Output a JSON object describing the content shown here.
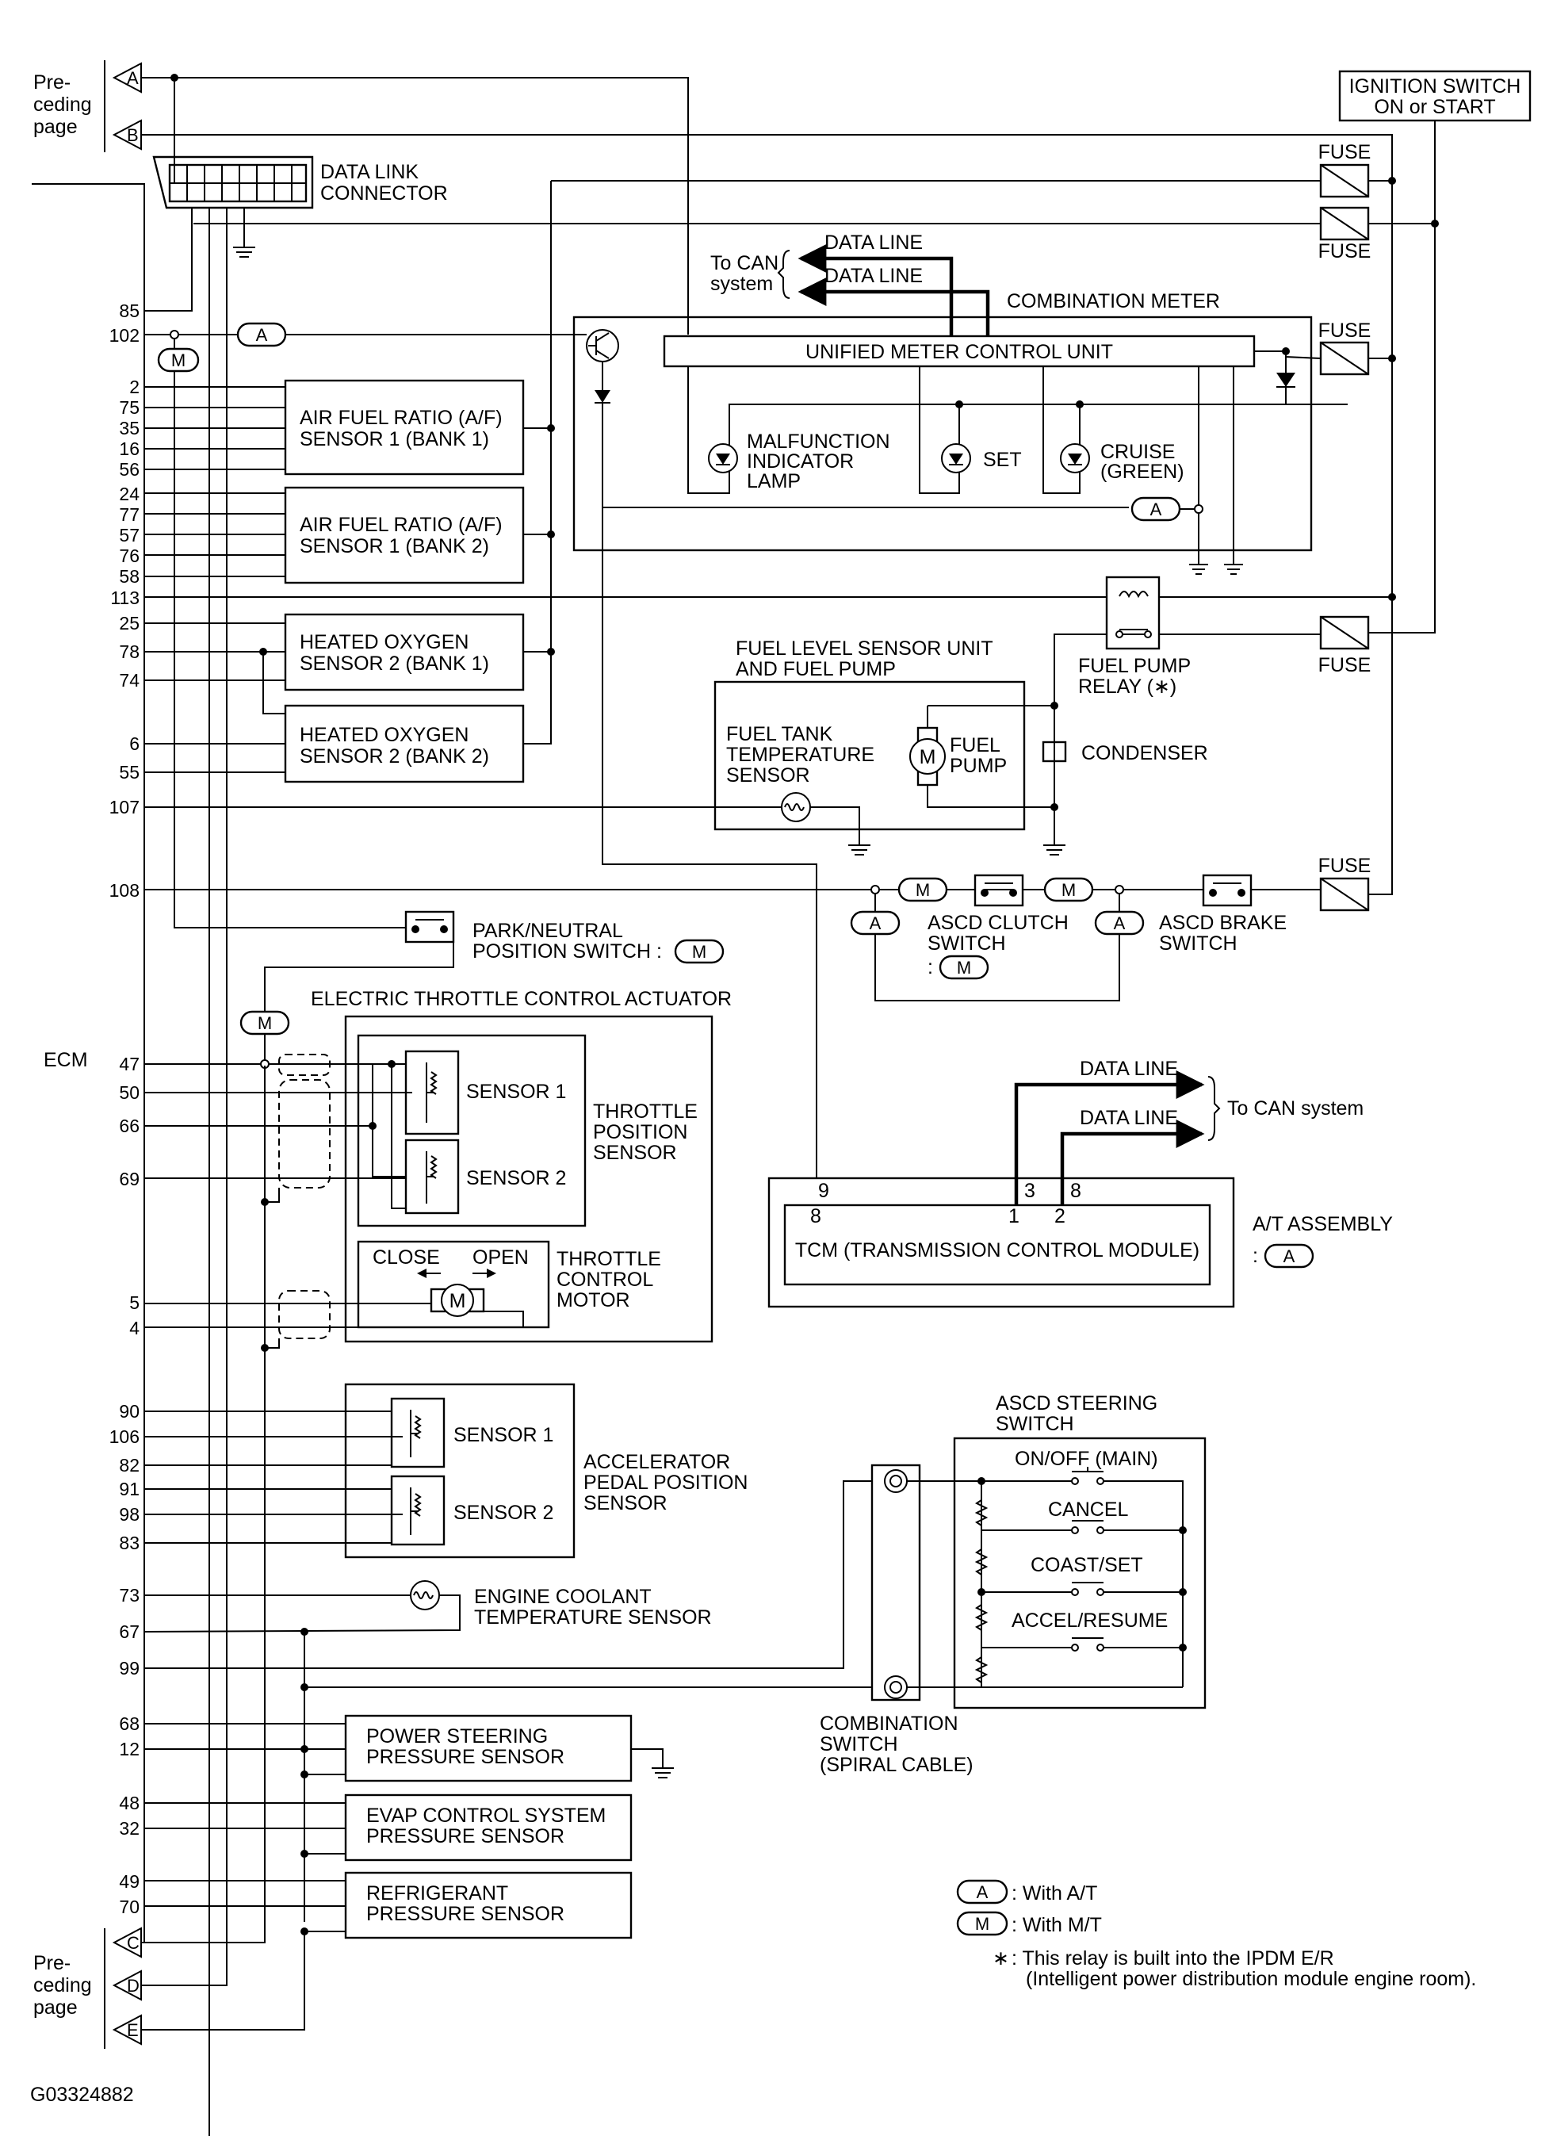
{
  "diagram_id": "G03324882",
  "ecm": {
    "label": "ECM",
    "pins_top": [
      "85",
      "102"
    ],
    "af_bank1_pins": [
      "2",
      "75",
      "35",
      "16",
      "56"
    ],
    "af_bank2_pins": [
      "24",
      "77",
      "57",
      "76",
      "58"
    ],
    "pins_mid": [
      "113",
      "25",
      "78",
      "74",
      "6",
      "55",
      "107",
      "108"
    ],
    "throttle_pins": [
      "47",
      "50",
      "66",
      "69",
      "5",
      "4"
    ],
    "accel_pins": [
      "90",
      "106",
      "82",
      "91",
      "98",
      "83"
    ],
    "lower_pins": [
      "73",
      "67",
      "99",
      "68",
      "12",
      "48",
      "32",
      "49",
      "70"
    ]
  },
  "preceding_page": {
    "label_line1": "Pre-",
    "label_line2": "ceding",
    "label_line3": "page",
    "top_connectors": [
      "A",
      "B"
    ],
    "bottom_connectors": [
      "C",
      "D",
      "E"
    ]
  },
  "labels": {
    "ignition_line1": "IGNITION SWITCH",
    "ignition_line2": "ON or START",
    "fuse": "FUSE",
    "dlc_line1": "DATA LINK",
    "dlc_line2": "CONNECTOR",
    "data_line": "DATA LINE",
    "to_can_line1": "To CAN",
    "to_can_line2": "system",
    "to_can_system": "To CAN system",
    "combination_meter": "COMBINATION METER",
    "umcu": "UNIFIED METER CONTROL UNIT",
    "mil_line1": "MALFUNCTION",
    "mil_line2": "INDICATOR",
    "mil_line3": "LAMP",
    "set": "SET",
    "cruise_line1": "CRUISE",
    "cruise_line2": "(GREEN)",
    "af1_line1": "AIR FUEL RATIO (A/F)",
    "af1_line2": "SENSOR 1 (BANK 1)",
    "af2_line1": "AIR FUEL RATIO (A/F)",
    "af2_line2": "SENSOR 1 (BANK 2)",
    "ho1_line1": "HEATED OXYGEN",
    "ho1_line2": "SENSOR 2 (BANK 1)",
    "ho2_line1": "HEATED OXYGEN",
    "ho2_line2": "SENSOR 2 (BANK 2)",
    "fuel_unit_line1": "FUEL LEVEL SENSOR UNIT",
    "fuel_unit_line2": "AND FUEL PUMP",
    "fuel_tank_line1": "FUEL TANK",
    "fuel_tank_line2": "TEMPERATURE",
    "fuel_tank_line3": "SENSOR",
    "fuel_pump_line1": "FUEL",
    "fuel_pump_line2": "PUMP",
    "fuel_pump_relay_line1": "FUEL PUMP",
    "fuel_pump_relay_line2": "RELAY (∗)",
    "condenser": "CONDENSER",
    "park_line1": "PARK/NEUTRAL",
    "park_line2": "POSITION SWITCH :",
    "asc_clutch_line1": "ASCD CLUTCH",
    "asc_clutch_line2": "SWITCH",
    "asc_brake_line1": "ASCD BRAKE",
    "asc_brake_line2": "SWITCH",
    "etc_actuator": "ELECTRIC THROTTLE CONTROL ACTUATOR",
    "sensor_1": "SENSOR 1",
    "sensor_2": "SENSOR 2",
    "tps_line1": "THROTTLE",
    "tps_line2": "POSITION",
    "tps_line3": "SENSOR",
    "close": "CLOSE",
    "open": "OPEN",
    "tcm_motor_line1": "THROTTLE",
    "tcm_motor_line2": "CONTROL",
    "tcm_motor_line3": "MOTOR",
    "at_assembly": "A/T ASSEMBLY",
    "tcm": "TCM (TRANSMISSION CONTROL MODULE)",
    "app_line1": "ACCELERATOR",
    "app_line2": "PEDAL POSITION",
    "app_line3": "SENSOR",
    "ect_line1": "ENGINE COOLANT",
    "ect_line2": "TEMPERATURE SENSOR",
    "ascd_steer_line1": "ASCD STEERING",
    "ascd_steer_line2": "SWITCH",
    "on_off": "ON/OFF (MAIN)",
    "cancel": "CANCEL",
    "coast_set": "COAST/SET",
    "accel_resume": "ACCEL/RESUME",
    "combo_switch_line1": "COMBINATION",
    "combo_switch_line2": "SWITCH",
    "combo_switch_line3": "(SPIRAL CABLE)",
    "ps_line1": "POWER STEERING",
    "ps_line2": "PRESSURE SENSOR",
    "evap_line1": "EVAP CONTROL SYSTEM",
    "evap_line2": "PRESSURE SENSOR",
    "refr_line1": "REFRIGERANT",
    "refr_line2": "PRESSURE SENSOR"
  },
  "tcm_pins": {
    "p9": "9",
    "p8": "8",
    "p3": "3",
    "p1": "1",
    "p8b": "8",
    "p2": "2"
  },
  "legend": {
    "a_code": "A",
    "m_code": "M",
    "a_text": ": With A/T",
    "m_text": ": With M/T",
    "colon": ":",
    "star": "∗",
    "note_line1": ": This relay is built into the IPDM E/R",
    "note_line2": "(Intelligent power distribution module engine room)."
  }
}
